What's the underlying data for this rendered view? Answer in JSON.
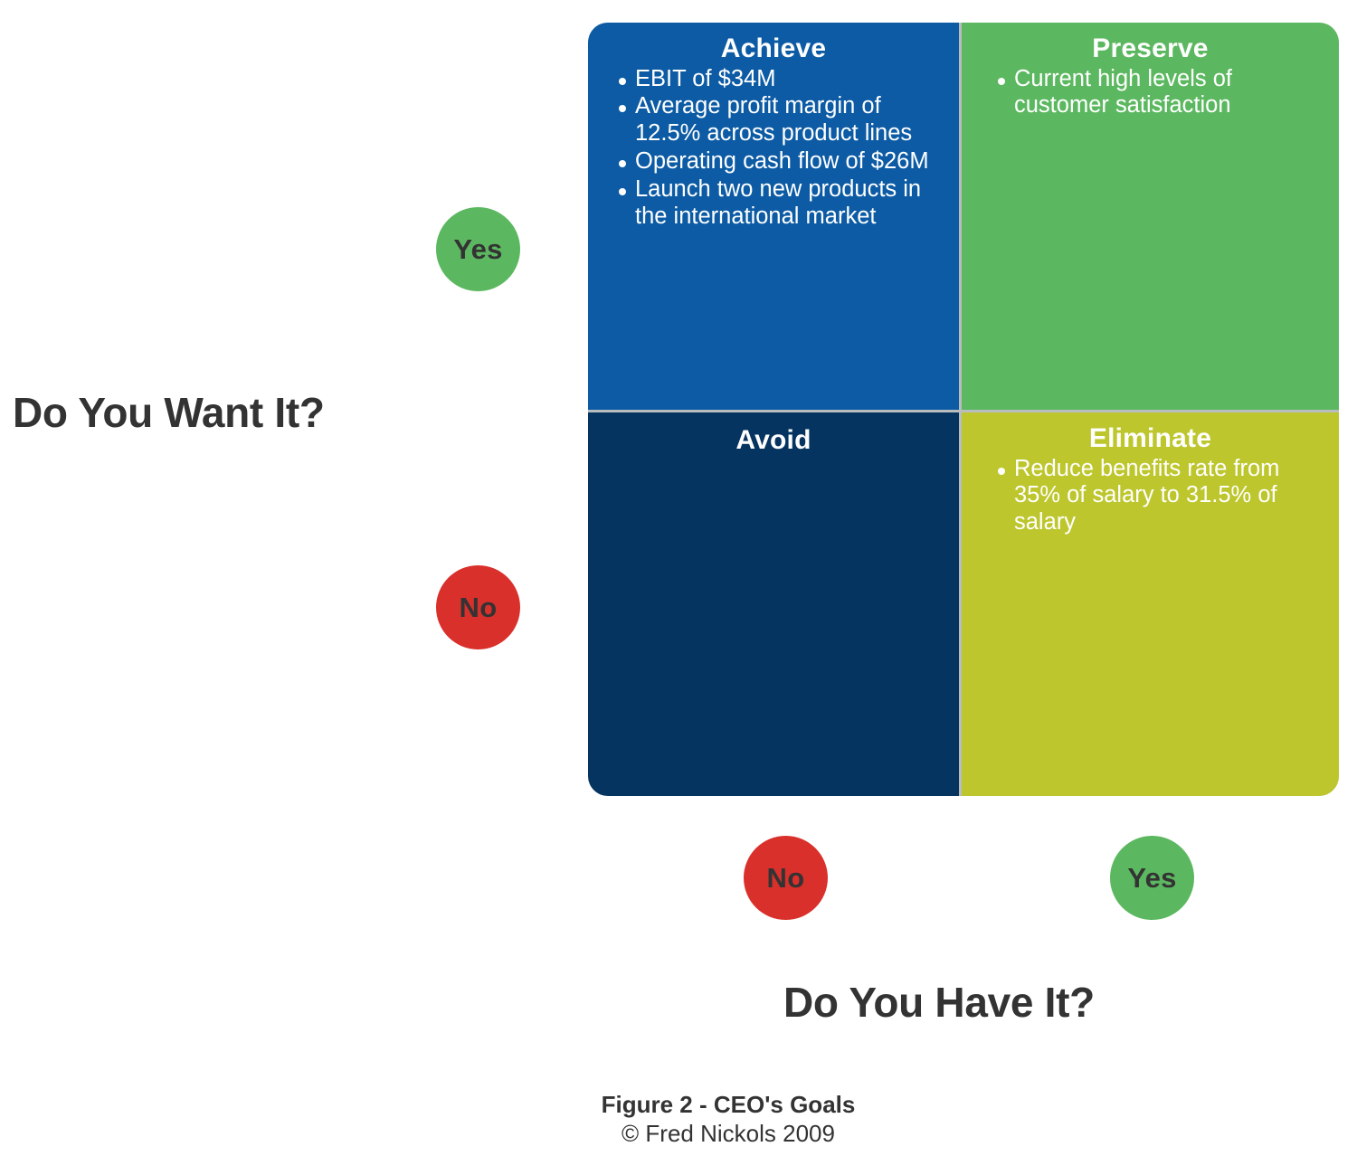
{
  "figure": {
    "caption_title": "Figure 2 - CEO's Goals",
    "caption_copyright": "© Fred Nickols 2009"
  },
  "axes": {
    "vertical": {
      "title": "Do You Want It?",
      "high_label": "Yes",
      "low_label": "No"
    },
    "horizontal": {
      "title": "Do You Have It?",
      "left_label": "No",
      "right_label": "Yes"
    }
  },
  "colors": {
    "achieve": "#0c5ba4",
    "preserve": "#5cb860",
    "avoid": "#063460",
    "eliminate": "#bdc62c",
    "yes_badge": "#5cb860",
    "no_badge": "#d9302c",
    "badge_text": "#333333",
    "title_text": "#333333",
    "divider": "#b9bdc0"
  },
  "quadrants": [
    {
      "key": "achieve",
      "title": "Achieve",
      "want": "Yes",
      "have": "No",
      "items": [
        "EBIT of $34M",
        "Average profit margin of 12.5% across product lines",
        "Operating cash flow of $26M",
        "Launch two new products in the international market"
      ]
    },
    {
      "key": "preserve",
      "title": "Preserve",
      "want": "Yes",
      "have": "Yes",
      "items": [
        "Current high levels of customer satisfaction"
      ]
    },
    {
      "key": "avoid",
      "title": "Avoid",
      "want": "No",
      "have": "No",
      "items": []
    },
    {
      "key": "eliminate",
      "title": "Eliminate",
      "want": "No",
      "have": "Yes",
      "items": [
        "Reduce benefits rate from 35% of salary to 31.5% of salary"
      ]
    }
  ]
}
